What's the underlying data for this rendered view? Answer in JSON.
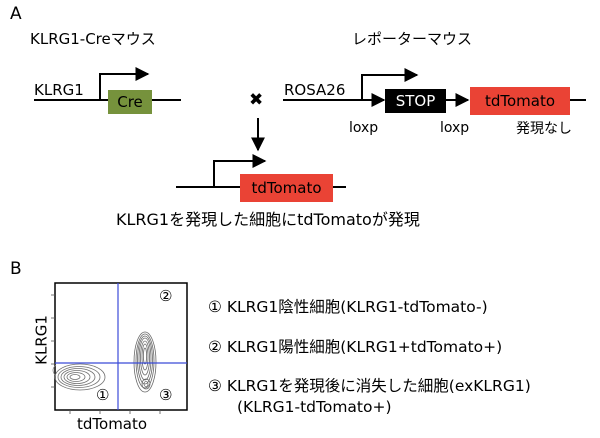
{
  "panel_a": {
    "letter": "A",
    "left_title": "KLRG1-Creマウス",
    "right_title": "レポーターマウス",
    "klrg1_label": "KLRG1",
    "cre_label": "Cre",
    "rosa_label": "ROSA26",
    "stop_label": "STOP",
    "tdtomato_label": "tdTomato",
    "loxp_left": "loxp",
    "loxp_right": "loxp",
    "no_expression": "発現なし",
    "cross_symbol": "✖",
    "result_box": "tdTomato",
    "result_caption": "KLRG1を発現した細胞にtdTomatoが発現"
  },
  "panel_b": {
    "letter": "B",
    "y_axis_label": "KLRG1",
    "x_axis_label": "tdTomato",
    "quadrant_1": "①",
    "quadrant_2": "②",
    "quadrant_3": "③",
    "legend": [
      "① KLRG1陰性細胞(KLRG1-tdTomato-)",
      "② KLRG1陽性細胞(KLRG1+tdTomato+)",
      "③ KLRG1を発現後に消失した細胞(exKLRG1)",
      "(KLRG1-tdTomato+)"
    ]
  },
  "colors": {
    "cre_box": "#76923c",
    "tdtomato_box": "#ea4335",
    "stop_box": "#000000",
    "gate_lines": "#3b4bd8"
  }
}
